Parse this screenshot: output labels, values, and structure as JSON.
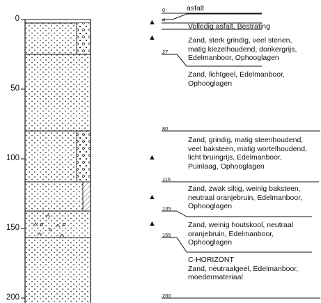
{
  "axis": {
    "ticks": [
      "0",
      "50",
      "100",
      "150",
      "200"
    ]
  },
  "layers": [
    {
      "top": "0",
      "lines": [
        "asfalt"
      ]
    },
    {
      "top": "4",
      "lines": [
        "Volledig  asfalt,  Bestrating"
      ]
    },
    {
      "top": "27",
      "lines": [
        "Zand,  sterk grindig,  veel stenen,",
        "matig kiezelhoudend,  donkergrijs,",
        "Edelmanboor,  Ophooglagen"
      ]
    },
    {
      "top": "",
      "lines": [
        "Zand,  lichtgeel,  Edelmanboor,",
        "Ophooglagen"
      ]
    },
    {
      "top": "80",
      "lines": [
        "Zand,  grindig,  matig steenhoudend,",
        "veel baksteen,  matig wortelhoudend,",
        "licht bruingrijs,  Edelmanboor,",
        "Puinlaag,  Ophooglagen"
      ]
    },
    {
      "top": "115",
      "lines": [
        "Zand,  zwak siltig,  weinig baksteen,",
        "neutraal oranjebruin,  Edelmanboor,",
        "Ophooglagen"
      ]
    },
    {
      "top": "135",
      "lines": [
        "Zand,  weinig houtskool,  neutraal",
        "oranjebruin,  Edelmanboor,",
        "Ophooglagen"
      ]
    },
    {
      "top": "155",
      "lines": [
        "C-HORIZONT",
        "Zand,  neutraalgeel,  Edelmanboor,",
        "moedermateriaal"
      ]
    },
    {
      "top": "200",
      "lines": []
    }
  ],
  "sample_markers": [
    "▲",
    "▲",
    "▲",
    "▲",
    "▲"
  ]
}
